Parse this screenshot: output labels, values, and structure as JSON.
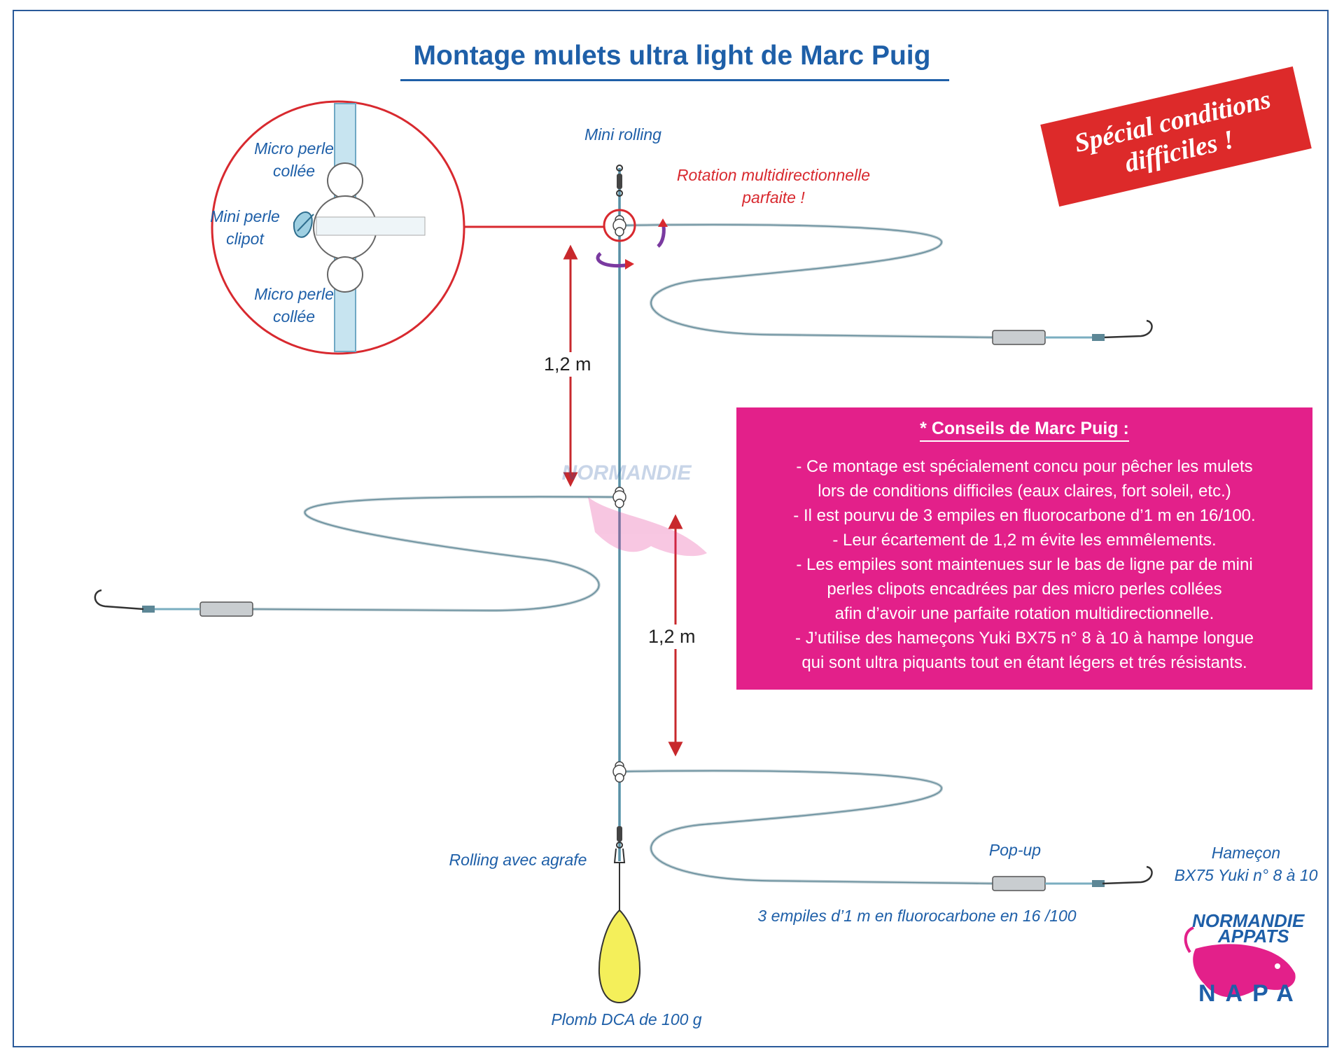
{
  "title": "Montage mulets ultra light de Marc Puig",
  "badge": [
    "Spécial conditions",
    "difficiles !"
  ],
  "labels": {
    "mini_rolling": "Mini rolling",
    "rotation": [
      "Rotation multidirectionnelle",
      "parfaite !"
    ],
    "micro_perle_top": [
      "Micro perle",
      "collée"
    ],
    "mini_perle": [
      "Mini perle",
      "clipot"
    ],
    "micro_perle_bottom": [
      "Micro perle",
      "collée"
    ],
    "rolling_agrafe": "Rolling avec agrafe",
    "plomb": "Plomb DCA de 100 g",
    "popup": "Pop-up",
    "empiles": "3 empiles d’1 m en fluorocarbone en 16 /100",
    "hamecon": [
      "Hameçon",
      "BX75 Yuki n° 8 à 10"
    ]
  },
  "distances": [
    "1,2 m",
    "1,2 m"
  ],
  "advice": {
    "heading": "* Conseils de Marc Puig :",
    "lines": [
      "- Ce montage est spécialement concu pour  pêcher les mulets",
      "lors de conditions difficiles (eaux claires, fort soleil, etc.)",
      "- Il est pourvu de 3 empiles en fluorocarbone d’1 m en 16/100.",
      "- Leur écartement de 1,2 m évite les emmêlements.",
      "- Les empiles sont maintenues sur le bas de ligne par de mini",
      "perles clipots encadrées par des micro perles collées",
      "afin d’avoir une parfaite rotation multidirectionnelle.",
      "- J’utilise des hameçons Yuki BX75 n° 8 à 10 à hampe longue",
      "qui sont ultra piquants tout en étant légers et trés résistants."
    ]
  },
  "logo": {
    "line1": "NORMANDIE",
    "line2": "APPATS",
    "line3": "NAPA"
  },
  "colors": {
    "title_blue": "#1e5fa8",
    "accent_red": "#d8292f",
    "advice_pink": "#e3208a",
    "line_teal": "#7aaec0",
    "sinker_yellow": "#f4ef5a"
  }
}
